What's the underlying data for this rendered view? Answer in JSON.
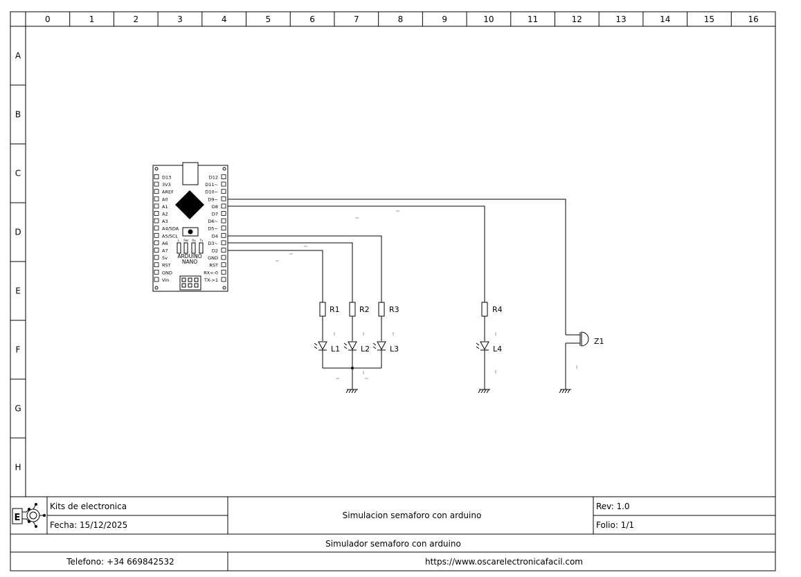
{
  "grid": {
    "columns": [
      "0",
      "1",
      "2",
      "3",
      "4",
      "5",
      "6",
      "7",
      "8",
      "9",
      "10",
      "11",
      "12",
      "13",
      "14",
      "15",
      "16"
    ],
    "rows": [
      "A",
      "B",
      "C",
      "D",
      "E",
      "F",
      "G",
      "H"
    ]
  },
  "arduino": {
    "name_line1": "ARDUINO",
    "name_line2": "NANO",
    "led_labels": [
      "L",
      "Pwr",
      "Rx",
      "Tx"
    ],
    "left_pins": [
      "D13",
      "3V3",
      "AREF",
      "A0",
      "A1",
      "A2",
      "A3",
      "A4/SDA",
      "A5/SCL",
      "A6",
      "A7",
      "5v",
      "RST",
      "GND",
      "Vin"
    ],
    "right_pins": [
      "D12",
      "D11~",
      "D10~",
      "D9~",
      "D8",
      "D7",
      "D6~",
      "D5~",
      "D4",
      "D3~",
      "D2",
      "GND",
      "RST",
      "RX<-0",
      "TX->1"
    ]
  },
  "components": {
    "resistors": [
      "R1",
      "R2",
      "R3",
      "R4"
    ],
    "leds": [
      "L1",
      "L2",
      "L3",
      "L4"
    ],
    "buzzer": "Z1"
  },
  "title_block": {
    "logo_letters": "EO",
    "company": "Kits de electronica",
    "date": "Fecha: 15/12/2025",
    "project_title": "Simulacion semaforo con arduino",
    "revision": "Rev: 1.0",
    "sheet": "Folio: 1/1",
    "description": "Simulador semaforo con arduino",
    "phone": "Telefono: +34 669842532",
    "website": "https://www.oscarelectronicafacil.com"
  }
}
